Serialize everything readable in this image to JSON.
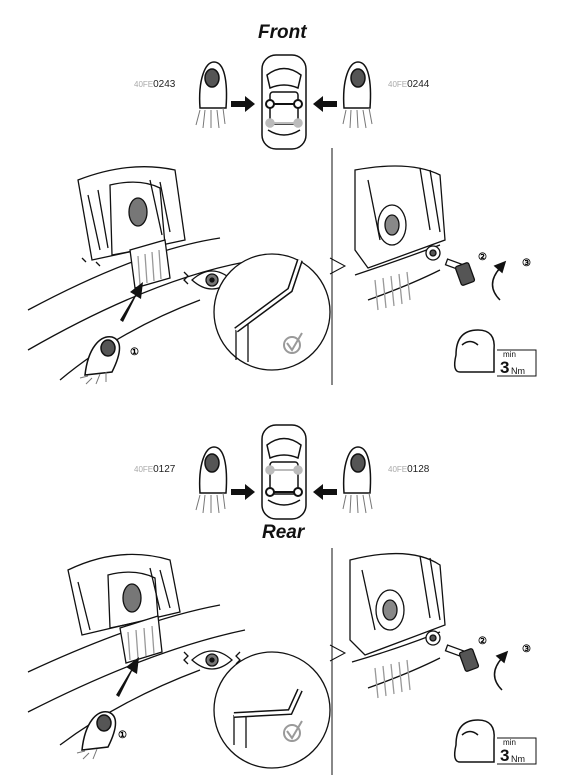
{
  "front": {
    "heading": "Front",
    "left_code_prefix": "40FE",
    "left_code_number": "0243",
    "right_code_prefix": "40FE",
    "right_code_number": "0244"
  },
  "rear": {
    "heading": "Rear",
    "left_code_prefix": "40FE",
    "left_code_number": "0127",
    "right_code_prefix": "40FE",
    "right_code_number": "0128"
  },
  "steps": [
    "①",
    "②",
    "③"
  ],
  "torque": {
    "label": "min",
    "value": "3",
    "unit": "Nm"
  },
  "colors": {
    "line": "#111111",
    "gray": "#9a9a9a",
    "light": "#cfcfcf"
  },
  "icons": [
    "hand-press-icon",
    "car-top-view-icon",
    "arrow-icon",
    "eye-inspect-icon",
    "check-icon",
    "tpms-sensor-icon",
    "valve-cap-icon",
    "rotate-arrow-icon",
    "torque-arm-icon"
  ]
}
